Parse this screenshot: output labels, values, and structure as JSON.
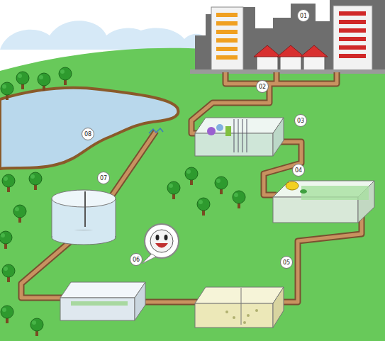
{
  "diagram": {
    "labels": [
      "01",
      "02",
      "03",
      "04",
      "05",
      "06",
      "07",
      "08"
    ]
  }
}
